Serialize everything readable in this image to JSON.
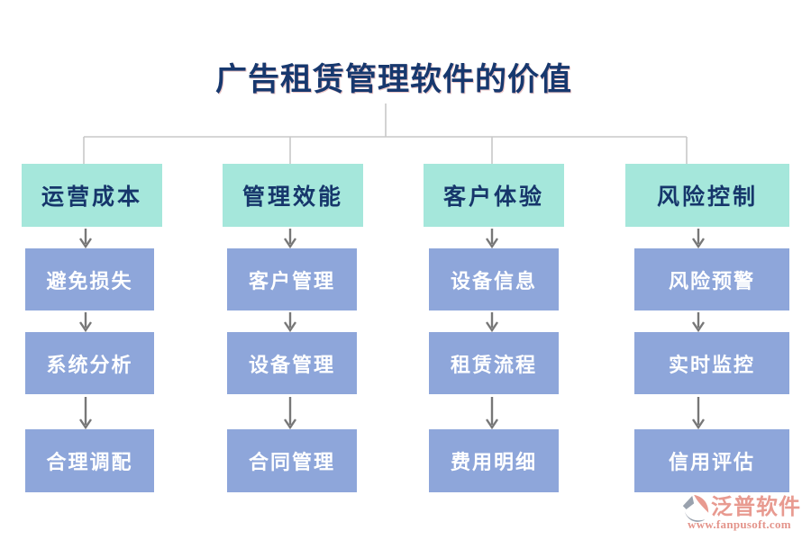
{
  "title": "广告租赁管理软件的价值",
  "columns": [
    {
      "header": "运营成本",
      "items": [
        "避免损失",
        "系统分析",
        "合理调配"
      ]
    },
    {
      "header": "管理效能",
      "items": [
        "客户管理",
        "设备管理",
        "合同管理"
      ]
    },
    {
      "header": "客户体验",
      "items": [
        "设备信息",
        "租赁流程",
        "费用明细"
      ]
    },
    {
      "header": "风险控制",
      "items": [
        "风险预警",
        "实时监控",
        "信用评估"
      ]
    }
  ],
  "logo": {
    "name": "泛普软件",
    "url": "www.fanpusoft.com",
    "icon": "fanpu-logo-icon"
  },
  "colors": {
    "header_bg": "#A5E7DB",
    "item_bg": "#8EA6DA",
    "header_text": "#16366B",
    "item_text": "#FFFFFF",
    "title_text": "#17386E",
    "connector": "#C8C8C8",
    "arrow": "#777777",
    "logo_text": "#E89A90",
    "logo_gray": "#9AA2AE"
  }
}
